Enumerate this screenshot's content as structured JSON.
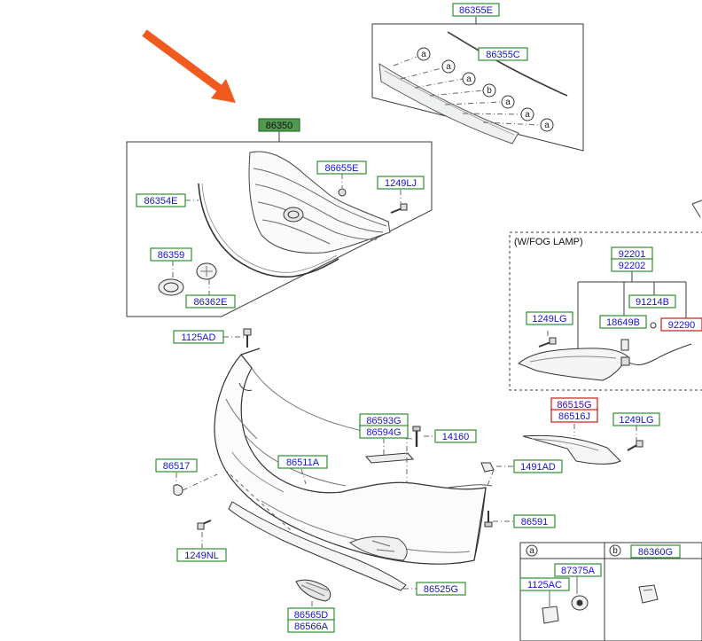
{
  "header_label": "86350",
  "section_label": "(W/FOG LAMP)",
  "legend": {
    "a": "a",
    "b": "b"
  },
  "callout_letters": [
    "a",
    "a",
    "a",
    "b",
    "a",
    "a",
    "a"
  ],
  "part_labels": [
    {
      "id": "86355E",
      "text": "86355E",
      "box": "green"
    },
    {
      "id": "86355C",
      "text": "86355C",
      "box": "green"
    },
    {
      "id": "86350",
      "text": "86350",
      "box": "filled"
    },
    {
      "id": "86655E",
      "text": "86655E",
      "box": "green"
    },
    {
      "id": "1249LJ",
      "text": "1249LJ",
      "box": "green"
    },
    {
      "id": "86354E",
      "text": "86354E",
      "box": "green"
    },
    {
      "id": "86359",
      "text": "86359",
      "box": "green"
    },
    {
      "id": "86362E",
      "text": "86362E",
      "box": "green"
    },
    {
      "id": "92201",
      "text": "92201",
      "box": "green"
    },
    {
      "id": "92202",
      "text": "92202",
      "box": "green"
    },
    {
      "id": "91214B",
      "text": "91214B",
      "box": "green"
    },
    {
      "id": "1249LG-a",
      "text": "1249LG",
      "box": "green"
    },
    {
      "id": "18649B",
      "text": "18649B",
      "box": "green"
    },
    {
      "id": "92290",
      "text": "92290",
      "box": "red"
    },
    {
      "id": "1125AD",
      "text": "1125AD",
      "box": "green"
    },
    {
      "id": "86515G",
      "text": "86515G",
      "box": "red"
    },
    {
      "id": "86516J",
      "text": "86516J",
      "box": "red"
    },
    {
      "id": "1249LG-b",
      "text": "1249LG",
      "box": "green"
    },
    {
      "id": "86593G",
      "text": "86593G",
      "box": "green"
    },
    {
      "id": "86594G",
      "text": "86594G",
      "box": "green"
    },
    {
      "id": "14160",
      "text": "14160",
      "box": "green"
    },
    {
      "id": "86517",
      "text": "86517",
      "box": "green"
    },
    {
      "id": "86511A",
      "text": "86511A",
      "box": "green"
    },
    {
      "id": "1491AD",
      "text": "1491AD",
      "box": "green"
    },
    {
      "id": "86591",
      "text": "86591",
      "box": "green"
    },
    {
      "id": "1249NL",
      "text": "1249NL",
      "box": "green"
    },
    {
      "id": "86525G",
      "text": "86525G",
      "box": "green"
    },
    {
      "id": "86565D",
      "text": "86565D",
      "box": "green"
    },
    {
      "id": "86566A",
      "text": "86566A",
      "box": "green"
    },
    {
      "id": "87375A",
      "text": "87375A",
      "box": "green"
    },
    {
      "id": "1125AC",
      "text": "1125AC",
      "box": "green"
    },
    {
      "id": "86360G",
      "text": "86360G",
      "box": "green"
    }
  ],
  "colors": {
    "label_text": "#1414c8",
    "label_border_green": "#2f8f2f",
    "label_border_red": "#d01818",
    "label_fill_header": "#4f9a4f",
    "arrow": "#f05a1e",
    "line": "#3a3a3a"
  }
}
